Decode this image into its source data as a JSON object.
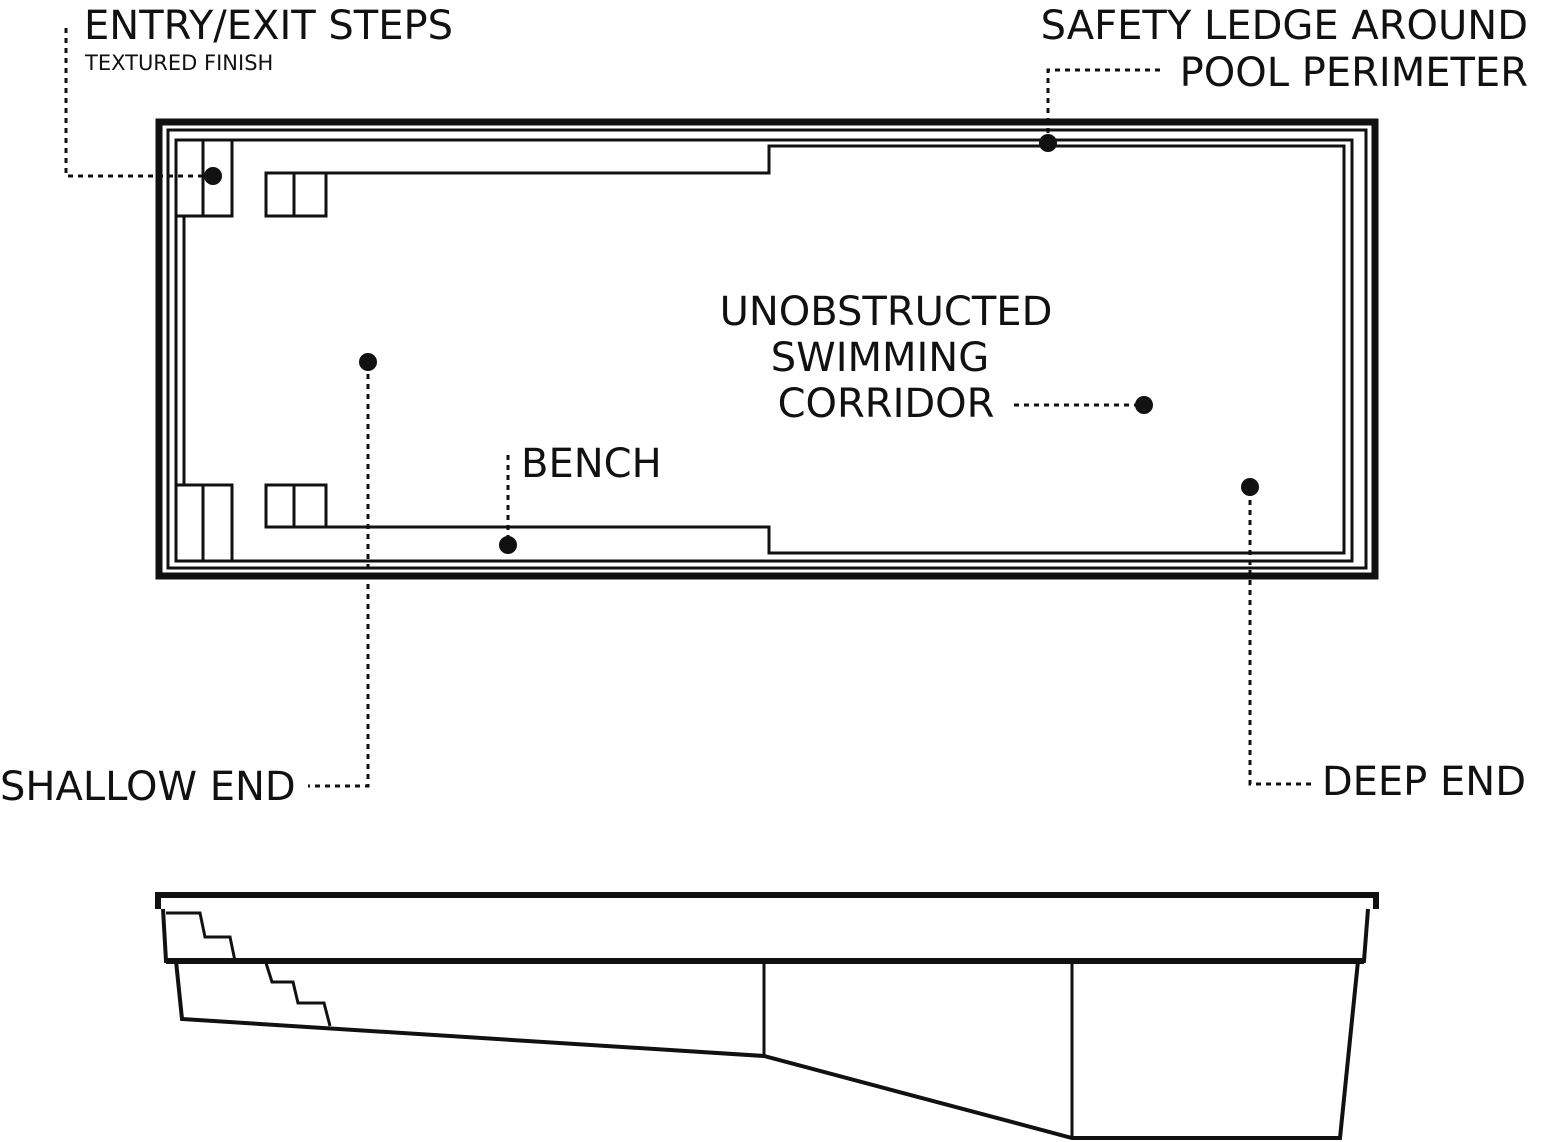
{
  "labels": {
    "entry_steps": "ENTRY/EXIT STEPS",
    "entry_steps_sub": "TEXTURED FINISH",
    "safety_ledge_line1": "SAFETY LEDGE AROUND",
    "safety_ledge_line2": "POOL PERIMETER",
    "corridor_line1": "UNOBSTRUCTED",
    "corridor_line2": "SWIMMING",
    "corridor_line3": "CORRIDOR",
    "bench": "BENCH",
    "shallow_end": "SHALLOW END",
    "deep_end": "DEEP END"
  },
  "colors": {
    "line": "#111111",
    "background": "#ffffff"
  }
}
